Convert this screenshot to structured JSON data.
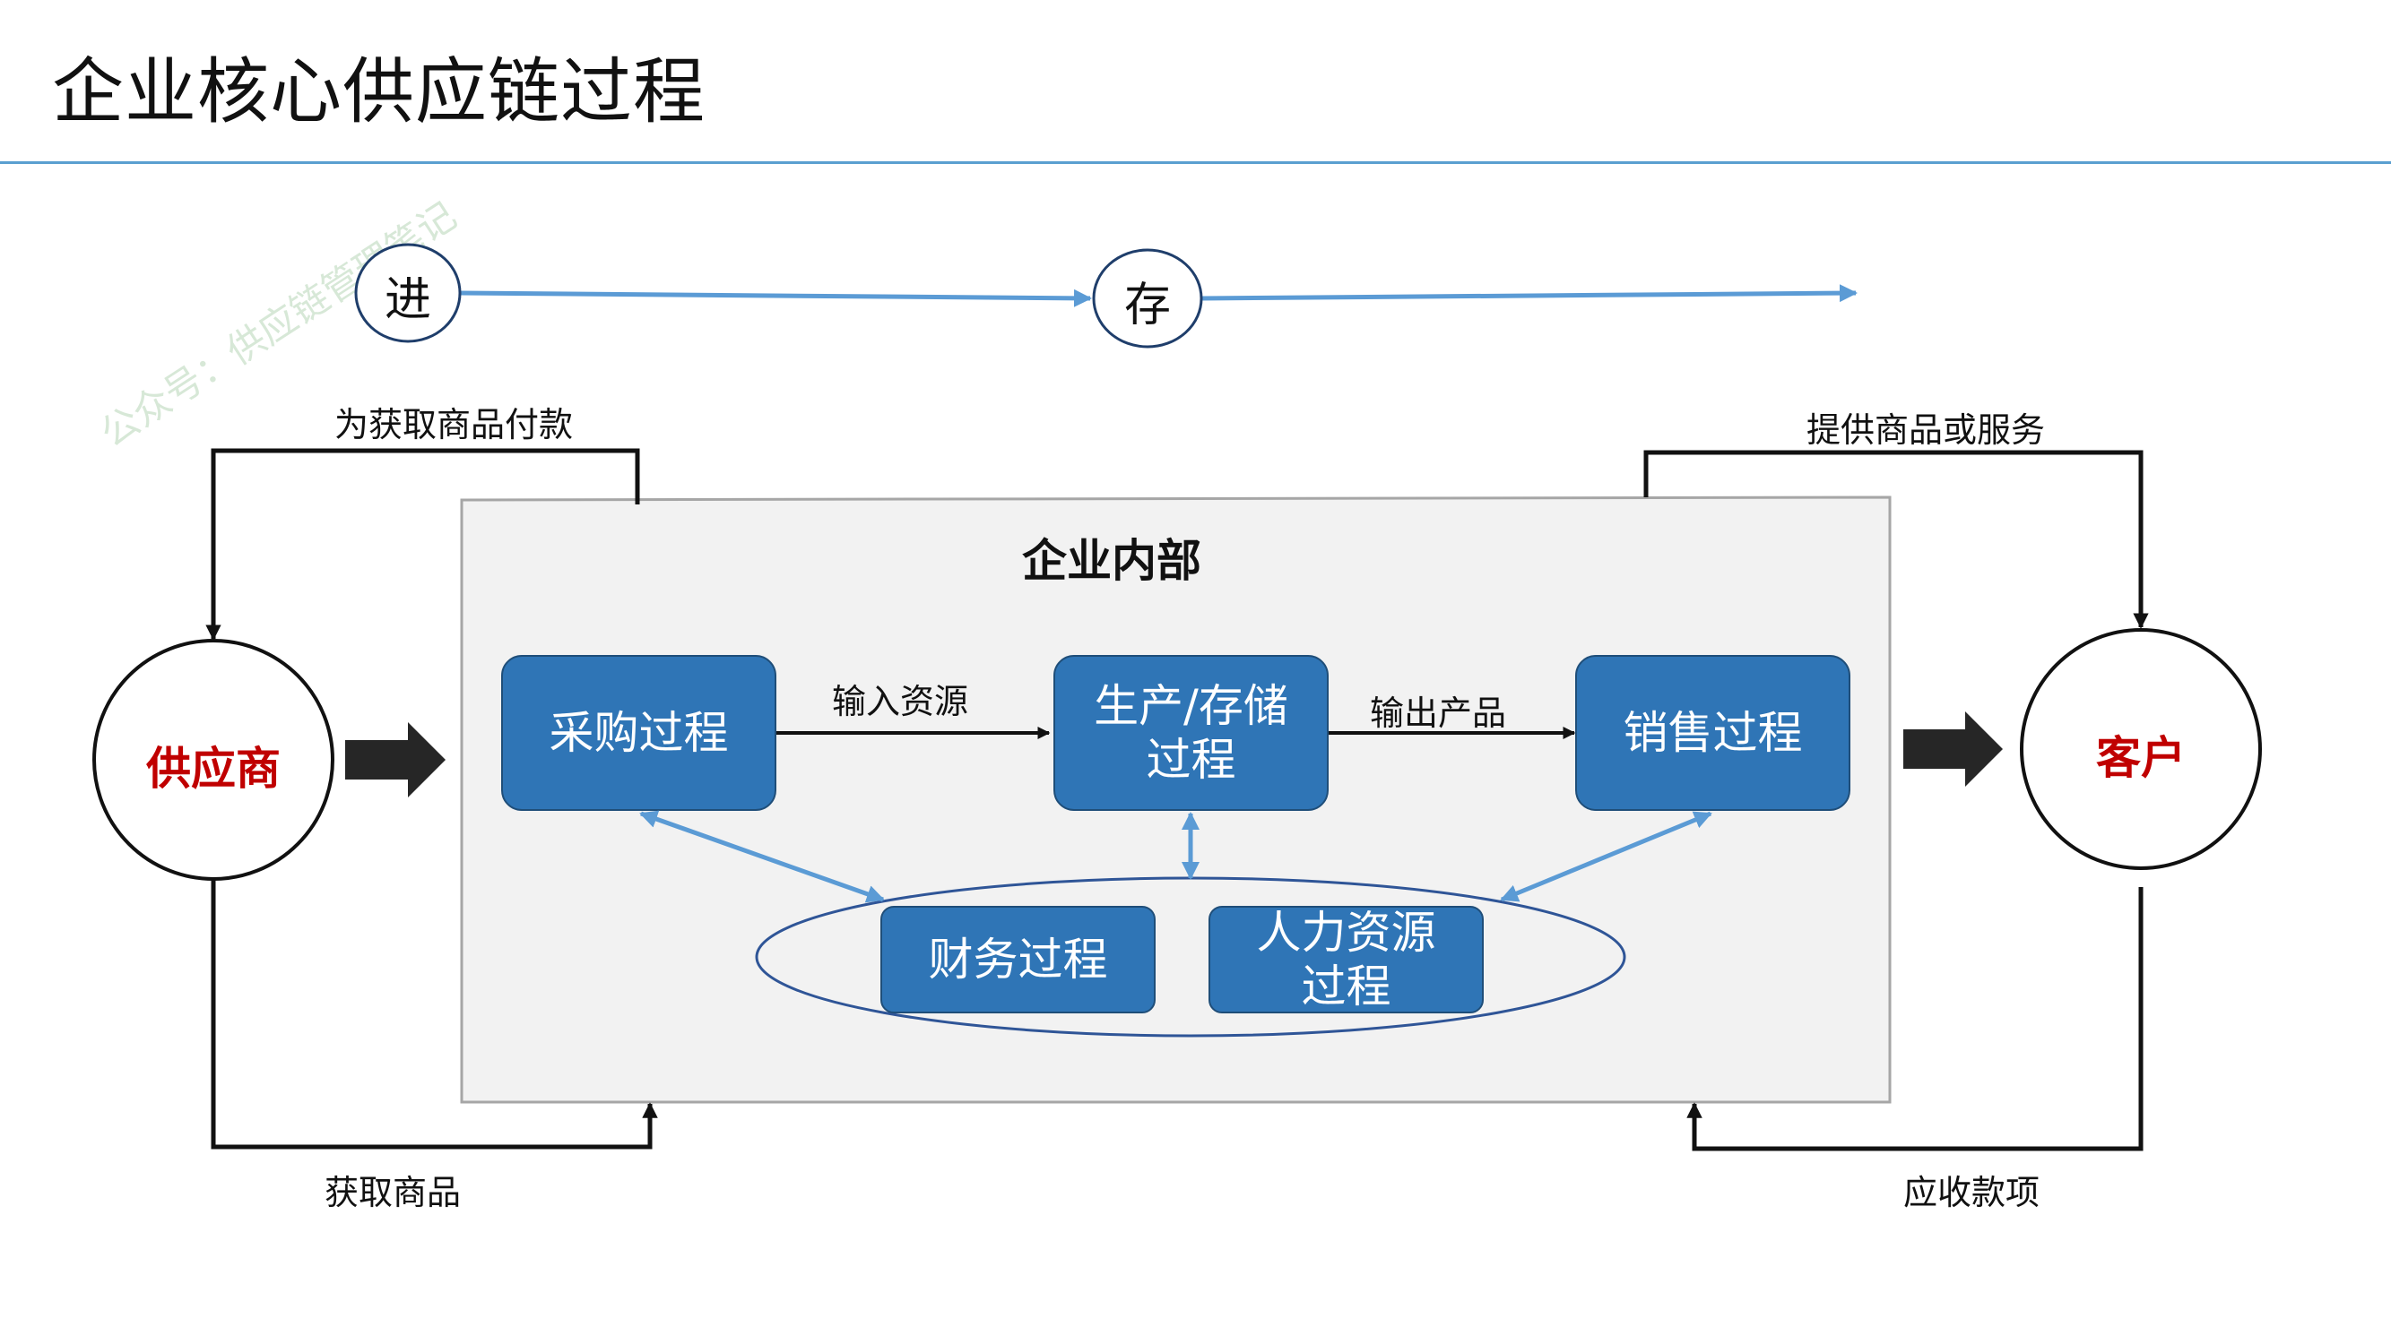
{
  "page": {
    "title": "企业核心供应链过程",
    "watermark": "公众号：供应链管理笔记"
  },
  "flow_line": {
    "nodes": [
      "进",
      "存"
    ]
  },
  "enterprise": {
    "title": "企业内部",
    "boxes": {
      "procurement": "采购过程",
      "production": "生产/存储过程",
      "sales": "销售过程",
      "finance": "财务过程",
      "hr": "人力资源过程"
    },
    "edge_labels": {
      "input": "输入资源",
      "output": "输出产品"
    }
  },
  "parties": {
    "supplier": "供应商",
    "customer": "客户"
  },
  "external_labels": {
    "pay_for_goods": "为获取商品付款",
    "provide_goods": "提供商品或服务",
    "get_goods": "获取商品",
    "receivables": "应收款项"
  },
  "colors": {
    "box_fill": "#2f75b6",
    "blue_arrow": "#5b9bd5",
    "party_text": "#c00000",
    "panel_fill": "#f2f2f2"
  }
}
